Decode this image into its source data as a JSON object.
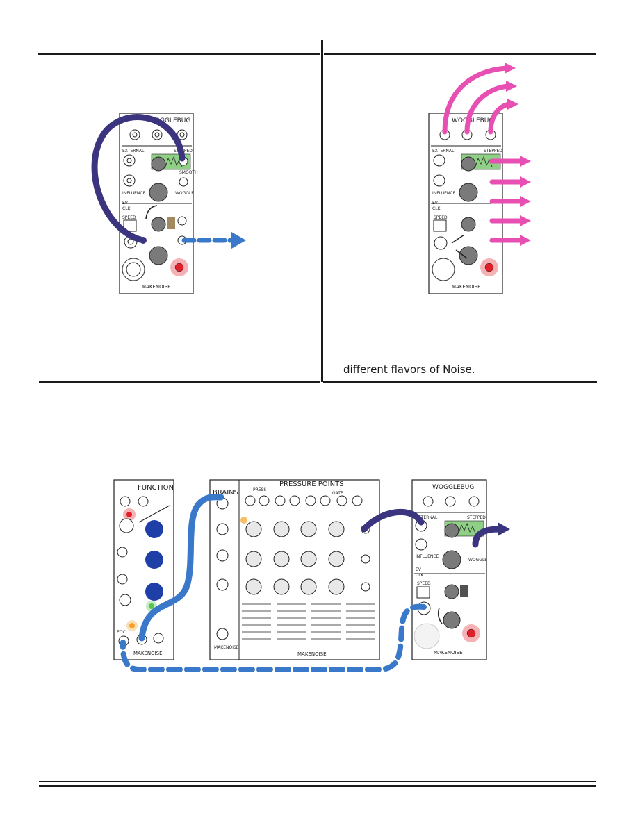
{
  "captions": {
    "noise_flavors": "different flavors of Noise."
  },
  "colors": {
    "patch_purple": "#3b3580",
    "patch_blue": "#3a78c9",
    "patch_pink": "#e74fb3",
    "led_red": "#e0212b",
    "knob_blue": "#1f3fa8",
    "display_green": "#8fcf86"
  },
  "modules": {
    "wogglebug": {
      "title": "WOGGLEBUG",
      "external": "EXTERNAL",
      "stepped": "STEPPED",
      "smooth": "SMOOTH",
      "influence": "INFLUENCE",
      "woggle": "WOGGLE",
      "ev": "EV",
      "clk": "CLK",
      "speed": "SPEED",
      "brand": "MAKENOISE"
    },
    "function": {
      "title": "FUNCTION",
      "eoc": "EOC",
      "brand": "MAKENOISE"
    },
    "pressure_points": {
      "title": "PRESSURE POINTS",
      "brains": "BRAINS",
      "press": "PRESS",
      "gate": "GATE",
      "brand": "MAKENOISE"
    }
  }
}
